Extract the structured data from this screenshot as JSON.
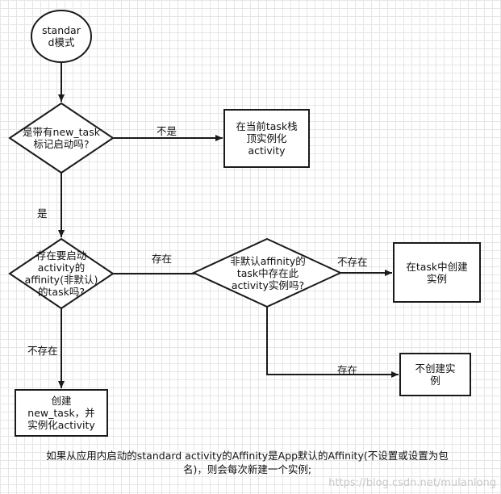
{
  "nodes": {
    "start": "standar\nd模式",
    "check_new_task": "是带有new_task\n标记启动吗?",
    "instantiate_top": "在当前task栈\n顶实例化\nactivity",
    "check_affinity_task": "存在要启动\nactivity的\naffinity(非默认)\n的task吗?",
    "check_instance_exists": "非默认affinity的\ntask中存在此\nactivity实例吗?",
    "create_in_task": "在task中创建\n实例",
    "no_create": "不创建实\n例",
    "create_new_task": "创建\nnew_task，并\n实例化activity"
  },
  "edges": {
    "no_1": "不是",
    "yes_1": "是",
    "exists_1": "存在",
    "not_exists_1": "不存在",
    "not_exists_2": "不存在",
    "exists_2": "存在"
  },
  "note": "如果从应用内启动的standard activity的Affinity是App默认的Affinity(不设置或设置为包\n名)，则会每次新建一个实例;",
  "watermark": "https://blog.csdn.net/mulanlong"
}
